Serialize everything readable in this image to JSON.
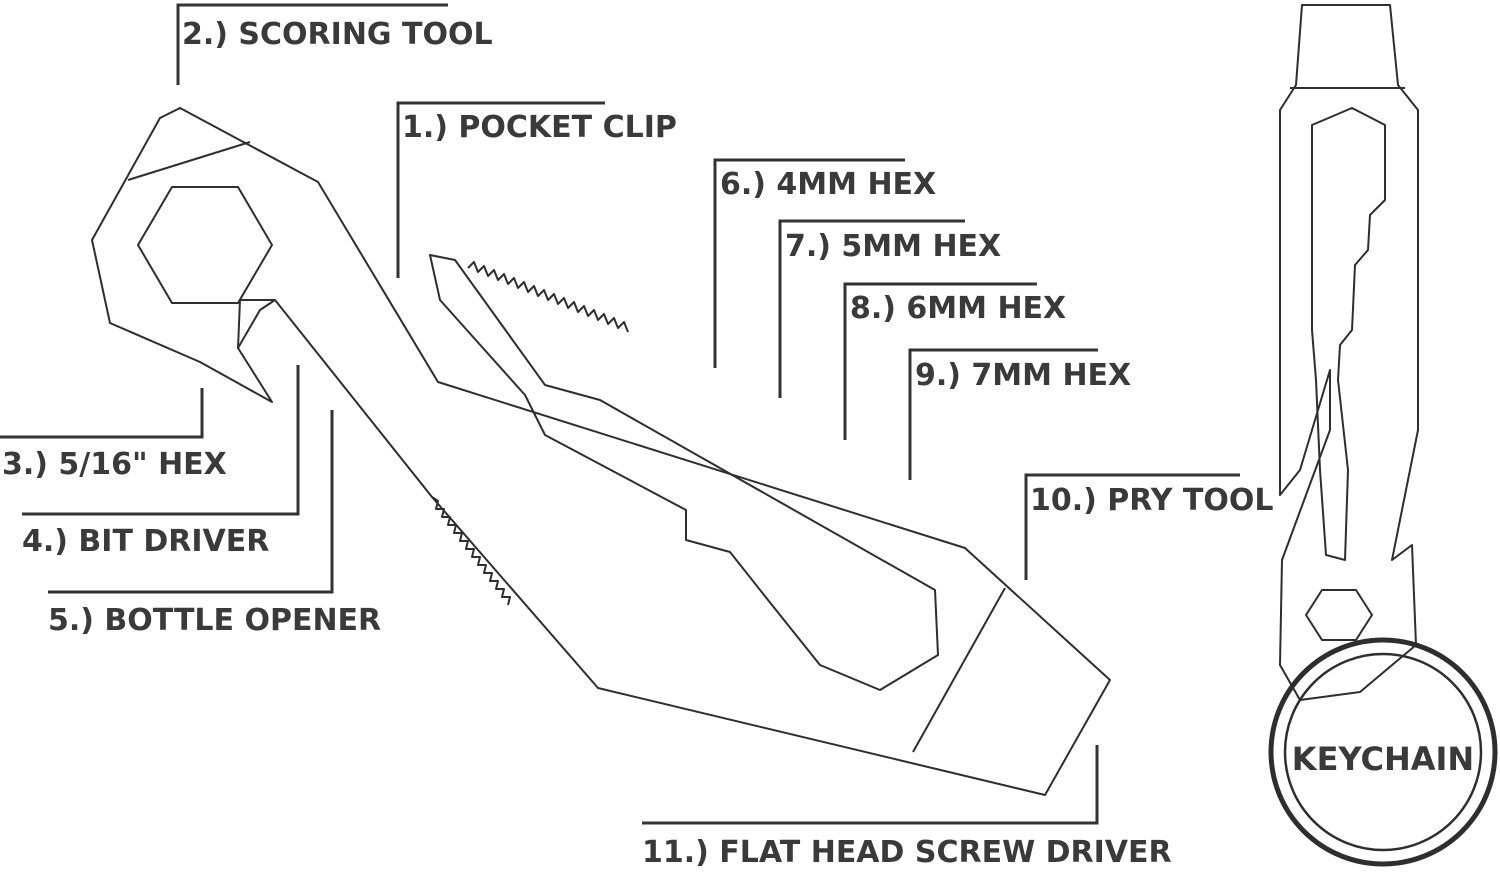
{
  "labels": {
    "l1": "1.) POCKET CLIP",
    "l2": "2.) SCORING TOOL",
    "l3": "3.) 5/16\" HEX",
    "l4": "4.) BIT DRIVER",
    "l5": "5.) BOTTLE OPENER",
    "l6": "6.) 4MM HEX",
    "l7": "7.) 5MM HEX",
    "l8": "8.) 6MM HEX",
    "l9": "9.) 7MM HEX",
    "l10": "10.) PRY TOOL",
    "l11": "11.) FLAT HEAD SCREW DRIVER",
    "keychain": "KEYCHAIN"
  },
  "colors": {
    "ink": "#2e2e2e",
    "label": "#3a3a3a",
    "background": "#ffffff"
  }
}
